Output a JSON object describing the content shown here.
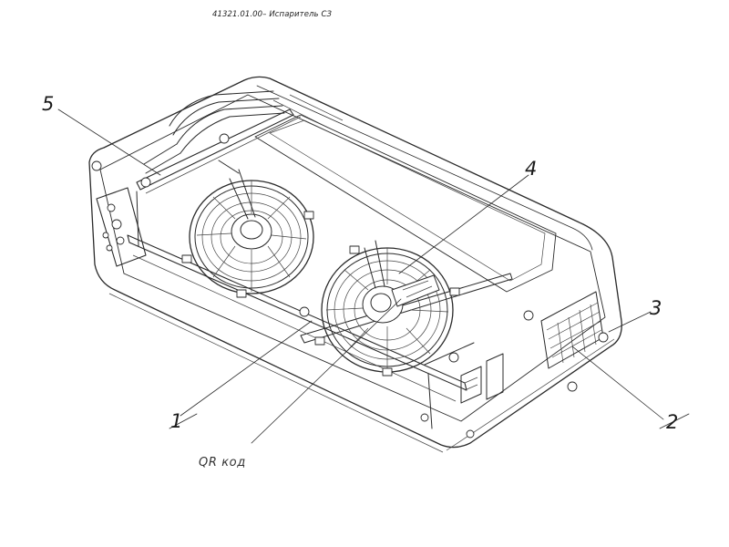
{
  "header": {
    "doc_title": "41321.01.00– Испаритель СЗ"
  },
  "callouts": [
    {
      "id": "5",
      "label": "5"
    },
    {
      "id": "4",
      "label": "4"
    },
    {
      "id": "3",
      "label": "3"
    },
    {
      "id": "2",
      "label": "2"
    },
    {
      "id": "1",
      "label": "1"
    }
  ],
  "qr_caption": "QR код",
  "colors": {
    "line": "#2a2a2a",
    "background": "#ffffff"
  }
}
